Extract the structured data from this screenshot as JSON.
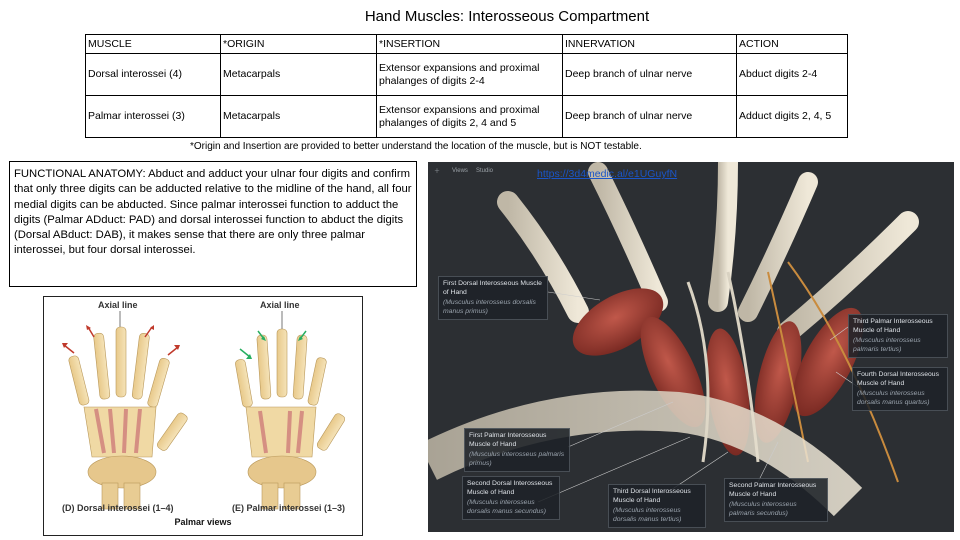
{
  "title": "Hand Muscles: Interosseous Compartment",
  "table": {
    "headers": [
      "MUSCLE",
      "*ORIGIN",
      "*INSERTION",
      "INNERVATION",
      "ACTION"
    ],
    "rows": [
      [
        "Dorsal interossei (4)",
        "Metacarpals",
        "Extensor expansions and proximal phalanges of digits 2-4",
        "Deep branch of ulnar nerve",
        "Abduct digits 2-4"
      ],
      [
        "Palmar interossei (3)",
        "Metacarpals",
        "Extensor expansions and proximal phalanges of digits 2, 4 and 5",
        "Deep branch of ulnar nerve",
        "Adduct digits 2, 4, 5"
      ]
    ]
  },
  "footnote": "*Origin and Insertion are provided to better understand the location of the muscle, but is NOT testable.",
  "functional_anatomy": "FUNCTIONAL ANATOMY: Abduct and adduct your ulnar four digits and confirm that only three digits can be adducted relative to the midline of the hand, all four medial digits can be abducted. Since palmar interossei function to adduct the digits (Palmar ADduct: PAD) and dorsal interossei function to abduct the digits (Dorsal ABduct: DAB), it makes sense that there are only three palmar interossei, but four dorsal interossei.",
  "illustration": {
    "axial_left": "Axial line",
    "axial_right": "Axial line",
    "caption_left": "(D) Dorsal interossei (1–4)",
    "caption_right": "(E) Palmar interossei (1–3)",
    "footer": "Palmar views"
  },
  "viewer": {
    "link": "https://3d4medic.al/e1UGuyfN",
    "toolbar": [
      "Views",
      "Studio"
    ],
    "labels": [
      {
        "name": "First Dorsal Interosseous Muscle of Hand",
        "latin": "(Musculus interosseus dorsalis manus primus)"
      },
      {
        "name": "Third Palmar Interosseous Muscle of Hand",
        "latin": "(Musculus interosseus palmaris tertius)"
      },
      {
        "name": "Fourth Dorsal Interosseous Muscle of Hand",
        "latin": "(Musculus interosseus dorsalis manus quartus)"
      },
      {
        "name": "First Palmar Interosseous Muscle of Hand",
        "latin": "(Musculus interosseus palmaris primus)"
      },
      {
        "name": "Second Dorsal Interosseous Muscle of Hand",
        "latin": "(Musculus interosseus dorsalis manus secundus)"
      },
      {
        "name": "Third Dorsal Interosseous Muscle of Hand",
        "latin": "(Musculus interosseus dorsalis manus tertius)"
      },
      {
        "name": "Second Palmar Interosseous Muscle of Hand",
        "latin": "(Musculus interosseus palmaris secundus)"
      }
    ]
  }
}
